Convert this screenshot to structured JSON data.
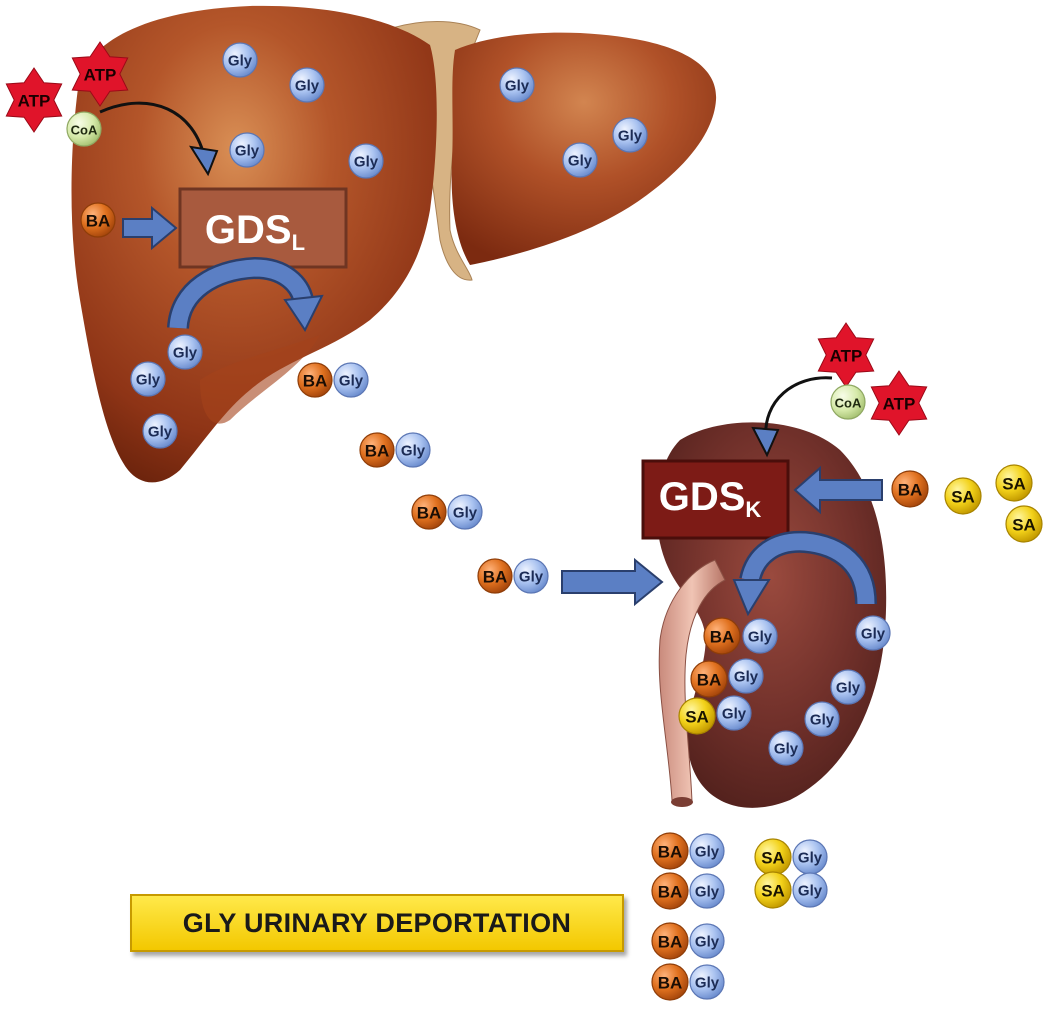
{
  "labels": {
    "gly": "Gly",
    "ba": "BA",
    "sa": "SA",
    "atp": "ATP",
    "coa": "CoA"
  },
  "enzymes": {
    "liver": {
      "main": "GDS",
      "sub": "L"
    },
    "kidney": {
      "main": "GDS",
      "sub": "K"
    }
  },
  "banner": "GLY URINARY DEPORTATION",
  "colors": {
    "gly": "#9fb9ec",
    "ba": "#dd6a1d",
    "sa": "#f2cf10",
    "coa": "#d9ecb2",
    "atp": "#e0142a",
    "arrow": "#5b7fc4",
    "liver_box": "#a85a3e",
    "kidney_box": "#7d1b16",
    "banner": "#f7d916"
  }
}
